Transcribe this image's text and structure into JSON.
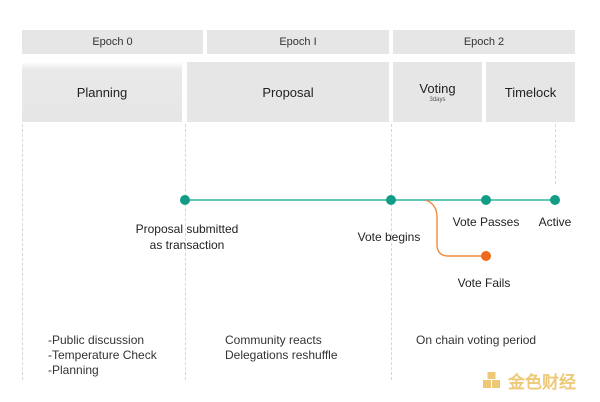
{
  "epochs": [
    {
      "label": "Epoch 0"
    },
    {
      "label": "Epoch I"
    },
    {
      "label": "Epoch 2"
    }
  ],
  "phases": [
    {
      "label": "Planning",
      "sub": ""
    },
    {
      "label": "Proposal",
      "sub": ""
    },
    {
      "label": "Voting",
      "sub": "3days"
    },
    {
      "label": "Timelock",
      "sub": ""
    }
  ],
  "events": {
    "proposal_submitted": "Proposal submitted\nas transaction",
    "vote_begins": "Vote begins",
    "vote_passes": "Vote Passes",
    "active": "Active",
    "vote_fails": "Vote Fails"
  },
  "notes": {
    "planning": [
      "-Public discussion",
      "-Temperature Check",
      "-Planning"
    ],
    "proposal": [
      "Community reacts",
      "Delegations reshuffle"
    ],
    "voting": [
      "On chain voting period"
    ]
  },
  "colors": {
    "main_line": "#2bb5a2",
    "node": "#129b86",
    "fail_line": "#f08a3c",
    "fail_node": "#ee6a1f",
    "box": "#e6e6e6"
  },
  "watermark": {
    "text": "金色财经",
    "icon": "gold-cube-logo-icon"
  }
}
